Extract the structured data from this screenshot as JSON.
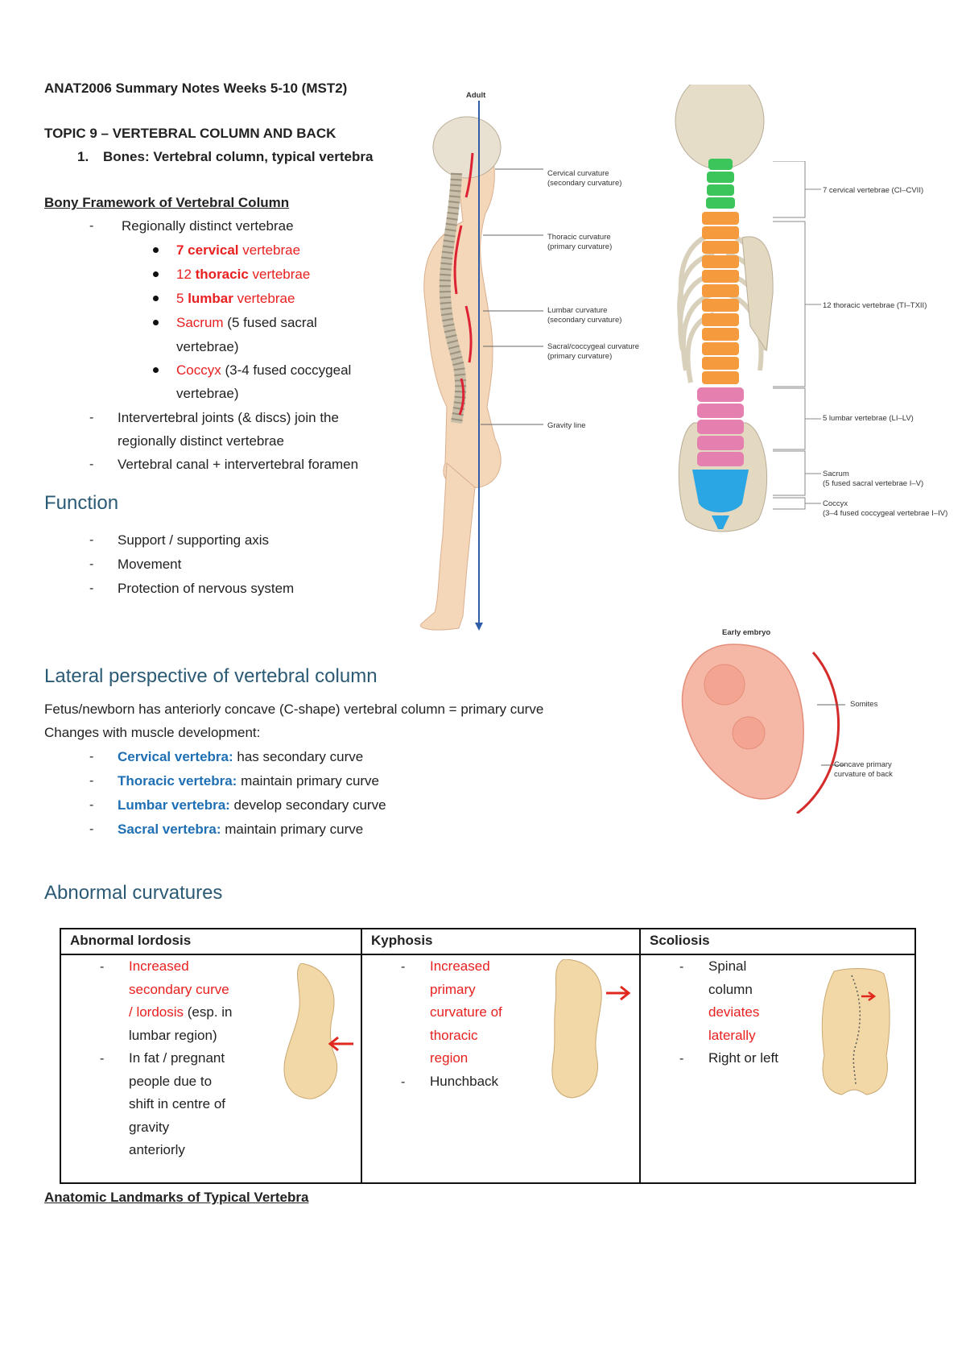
{
  "doc": {
    "title": "ANAT2006 Summary Notes Weeks 5-10 (MST2)",
    "topic": "TOPIC 9 – VERTEBRAL COLUMN AND BACK",
    "sub_number": "1.",
    "sub_heading": "Bones: Vertebral column, typical vertebra"
  },
  "bony": {
    "heading": "Bony Framework of Vertebral Column",
    "item1": "Regionally distinct vertebrae",
    "cervical_strong": "7 cervical",
    "cervical_rest": " vertebrae",
    "thoracic_num": "12 ",
    "thoracic_strong": "thoracic",
    "thoracic_rest": " vertebrae",
    "lumbar_num": "5 ",
    "lumbar_strong": "lumbar",
    "lumbar_rest": " vertebrae",
    "sacrum_red": "Sacrum",
    "sacrum_line1": " (5 fused sacral",
    "sacrum_line2": "vertebrae)",
    "coccyx_red": "Coccyx",
    "coccyx_line1": " (3-4 fused coccygeal",
    "coccyx_line2": "vertebrae)",
    "item2_line1": "Intervertebral joints (& discs) join the",
    "item2_line2": "regionally distinct vertebrae",
    "item3": "Vertebral canal + intervertebral foramen"
  },
  "function": {
    "heading": "Function",
    "items": [
      "Support / supporting axis",
      "Movement",
      "Protection of nervous system"
    ]
  },
  "figure_side": {
    "adult": "Adult",
    "cervical1": "Cervical curvature",
    "cervical2": "(secondary curvature)",
    "thoracic1": "Thoracic curvature",
    "thoracic2": "(primary curvature)",
    "lumbar1": "Lumbar curvature",
    "lumbar2": "(secondary curvature)",
    "sacral1": "Sacral/coccygeal curvature",
    "sacral2": "(primary curvature)",
    "gravity": "Gravity line"
  },
  "figure_back": {
    "cervical": "7 cervical vertebrae (CI–CVII)",
    "thoracic": "12 thoracic vertebrae (TI–TXII)",
    "lumbar": "5 lumbar vertebrae (LI–LV)",
    "sacrum1": "Sacrum",
    "sacrum2": "(5 fused sacral vertebrae I–V)",
    "coccyx1": "Coccyx",
    "coccyx2": "(3–4 fused coccygeal vertebrae I–IV)",
    "colors": {
      "cervical": "#3cc55a",
      "thoracic": "#f59a3d",
      "lumbar": "#e57fb0",
      "sacrum": "#2aa6e4"
    }
  },
  "figure_embryo": {
    "title": "Early embryo",
    "somites": "Somites",
    "concave1": "Concave primary",
    "concave2": "curvature of back"
  },
  "lateral": {
    "heading": "Lateral perspective of vertebral column",
    "line1": "Fetus/newborn has anteriorly concave (C-shape) vertebral column = primary curve",
    "line2": "Changes with muscle development:",
    "items": [
      {
        "label": "Cervical vertebra:",
        "text": " has secondary curve"
      },
      {
        "label": "Thoracic vertebra:",
        "text": " maintain primary curve"
      },
      {
        "label": "Lumbar vertebra:",
        "text": " develop secondary curve"
      },
      {
        "label": "Sacral vertebra:",
        "text": " maintain primary curve"
      }
    ]
  },
  "abnormal": {
    "heading": "Abnormal curvatures",
    "headers": [
      "Abnormal lordosis",
      "Kyphosis",
      "Scoliosis"
    ],
    "lordosis": {
      "r1": "Increased",
      "r2": "secondary curve",
      "r3": "/ lordosis",
      "r3b": " (esp. in",
      "r4": "lumbar region)",
      "b1": "In fat / pregnant",
      "b2": "people   due   to",
      "b3": "shift in centre of",
      "b4": "gravity",
      "b5": "anteriorly"
    },
    "kyphosis": {
      "r1": "Increased",
      "r2": "primary",
      "r3": "curvature of",
      "r4": "thoracic",
      "r5": "region",
      "b1": "Hunchback"
    },
    "scoliosis": {
      "a1": "Spinal",
      "a2": "column",
      "a3": "deviates",
      "a4": "laterally",
      "b1": "Right or left"
    }
  },
  "landmarks": {
    "heading": "Anatomic Landmarks of Typical Vertebra"
  },
  "dash": "-"
}
